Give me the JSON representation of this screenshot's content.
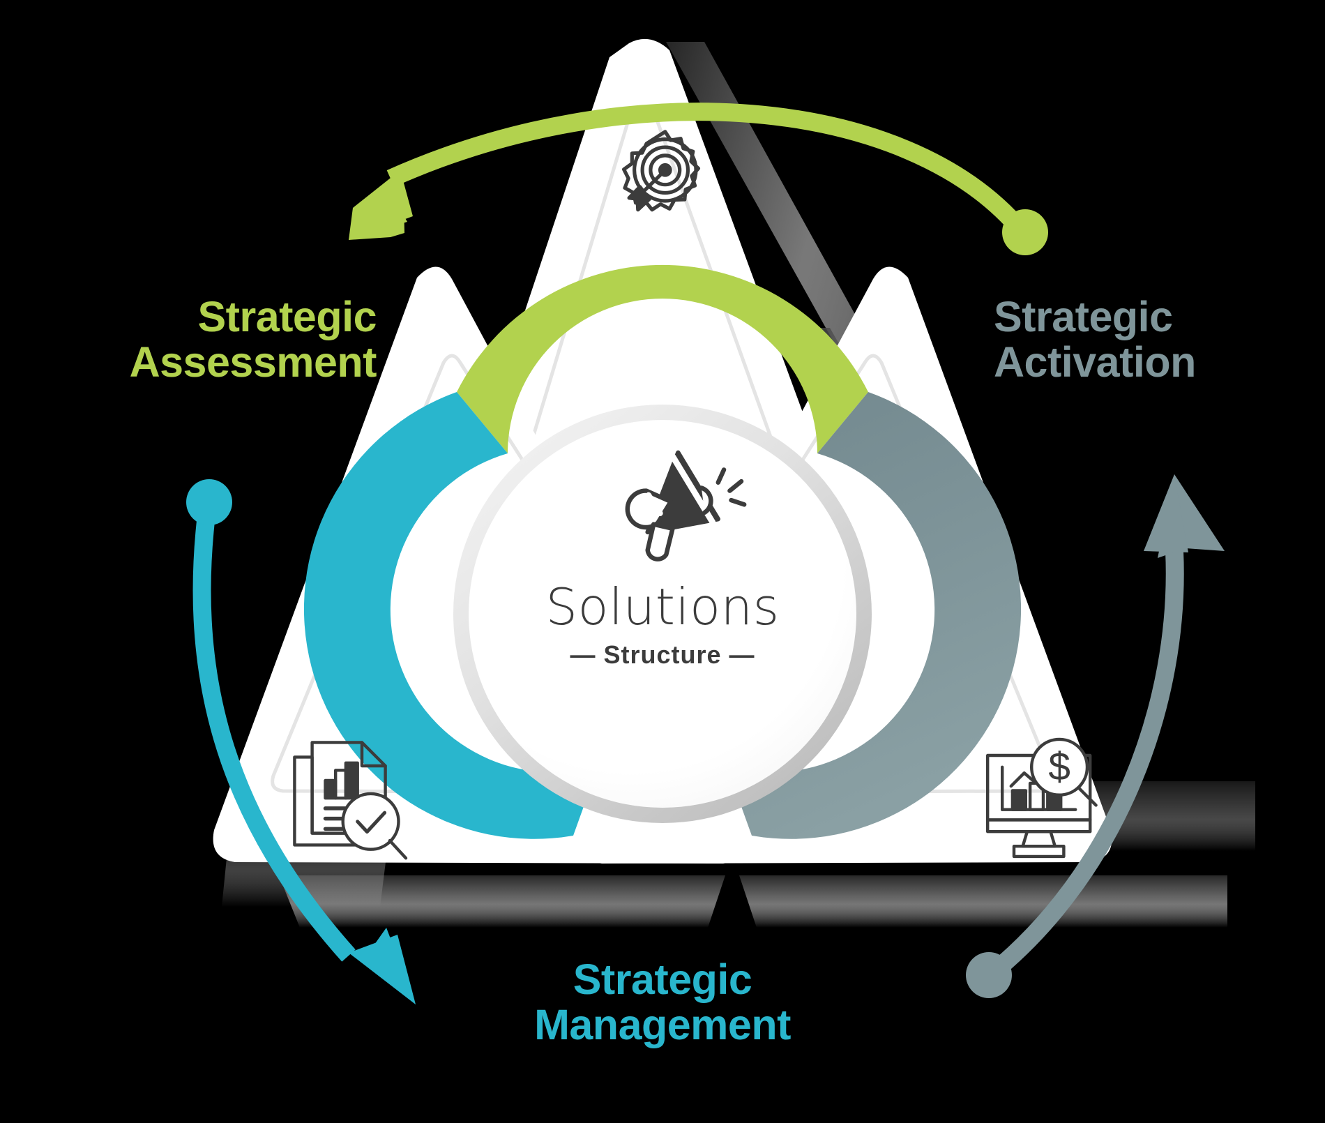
{
  "diagram": {
    "title": "Solutions Structure triangular cycle diagram",
    "center": {
      "title": "Solutions",
      "subtitle": "— Structure —",
      "icon": "megaphone-icon"
    },
    "nodes": [
      {
        "id": "assessment",
        "label": "Strategic\nAssessment",
        "color": "#b2d24e",
        "icon": "document-chart-magnifier-check-icon",
        "position": "bottom-left"
      },
      {
        "id": "activation",
        "label": "Strategic\nActivation",
        "color": "#7f959a",
        "icon": "monitor-chart-dollar-magnifier-icon",
        "position": "bottom-right"
      },
      {
        "id": "management",
        "label": "Strategic\nManagement",
        "color": "#29b6cd",
        "icon": "gear-target-arrow-icon",
        "position": "top"
      }
    ],
    "arcs": [
      {
        "id": "arc-green",
        "color": "#b2d24e",
        "position": "top"
      },
      {
        "id": "arc-cyan",
        "color": "#29b6cd",
        "position": "bottom-left"
      },
      {
        "id": "arc-slate",
        "color": "#7f959a",
        "position": "bottom-right"
      }
    ],
    "arrows": [
      {
        "id": "arrow-green",
        "color": "#b2d24e",
        "from": "top-right",
        "to": "top-left",
        "direction": "counterclockwise"
      },
      {
        "id": "arrow-cyan",
        "color": "#29b6cd",
        "from": "mid-left",
        "to": "bottom-left",
        "direction": "counterclockwise"
      },
      {
        "id": "arrow-slate",
        "color": "#7f959a",
        "from": "bottom-right",
        "to": "mid-right",
        "direction": "counterclockwise"
      }
    ],
    "background_color": "#000000",
    "panel_color": "#ffffff"
  }
}
